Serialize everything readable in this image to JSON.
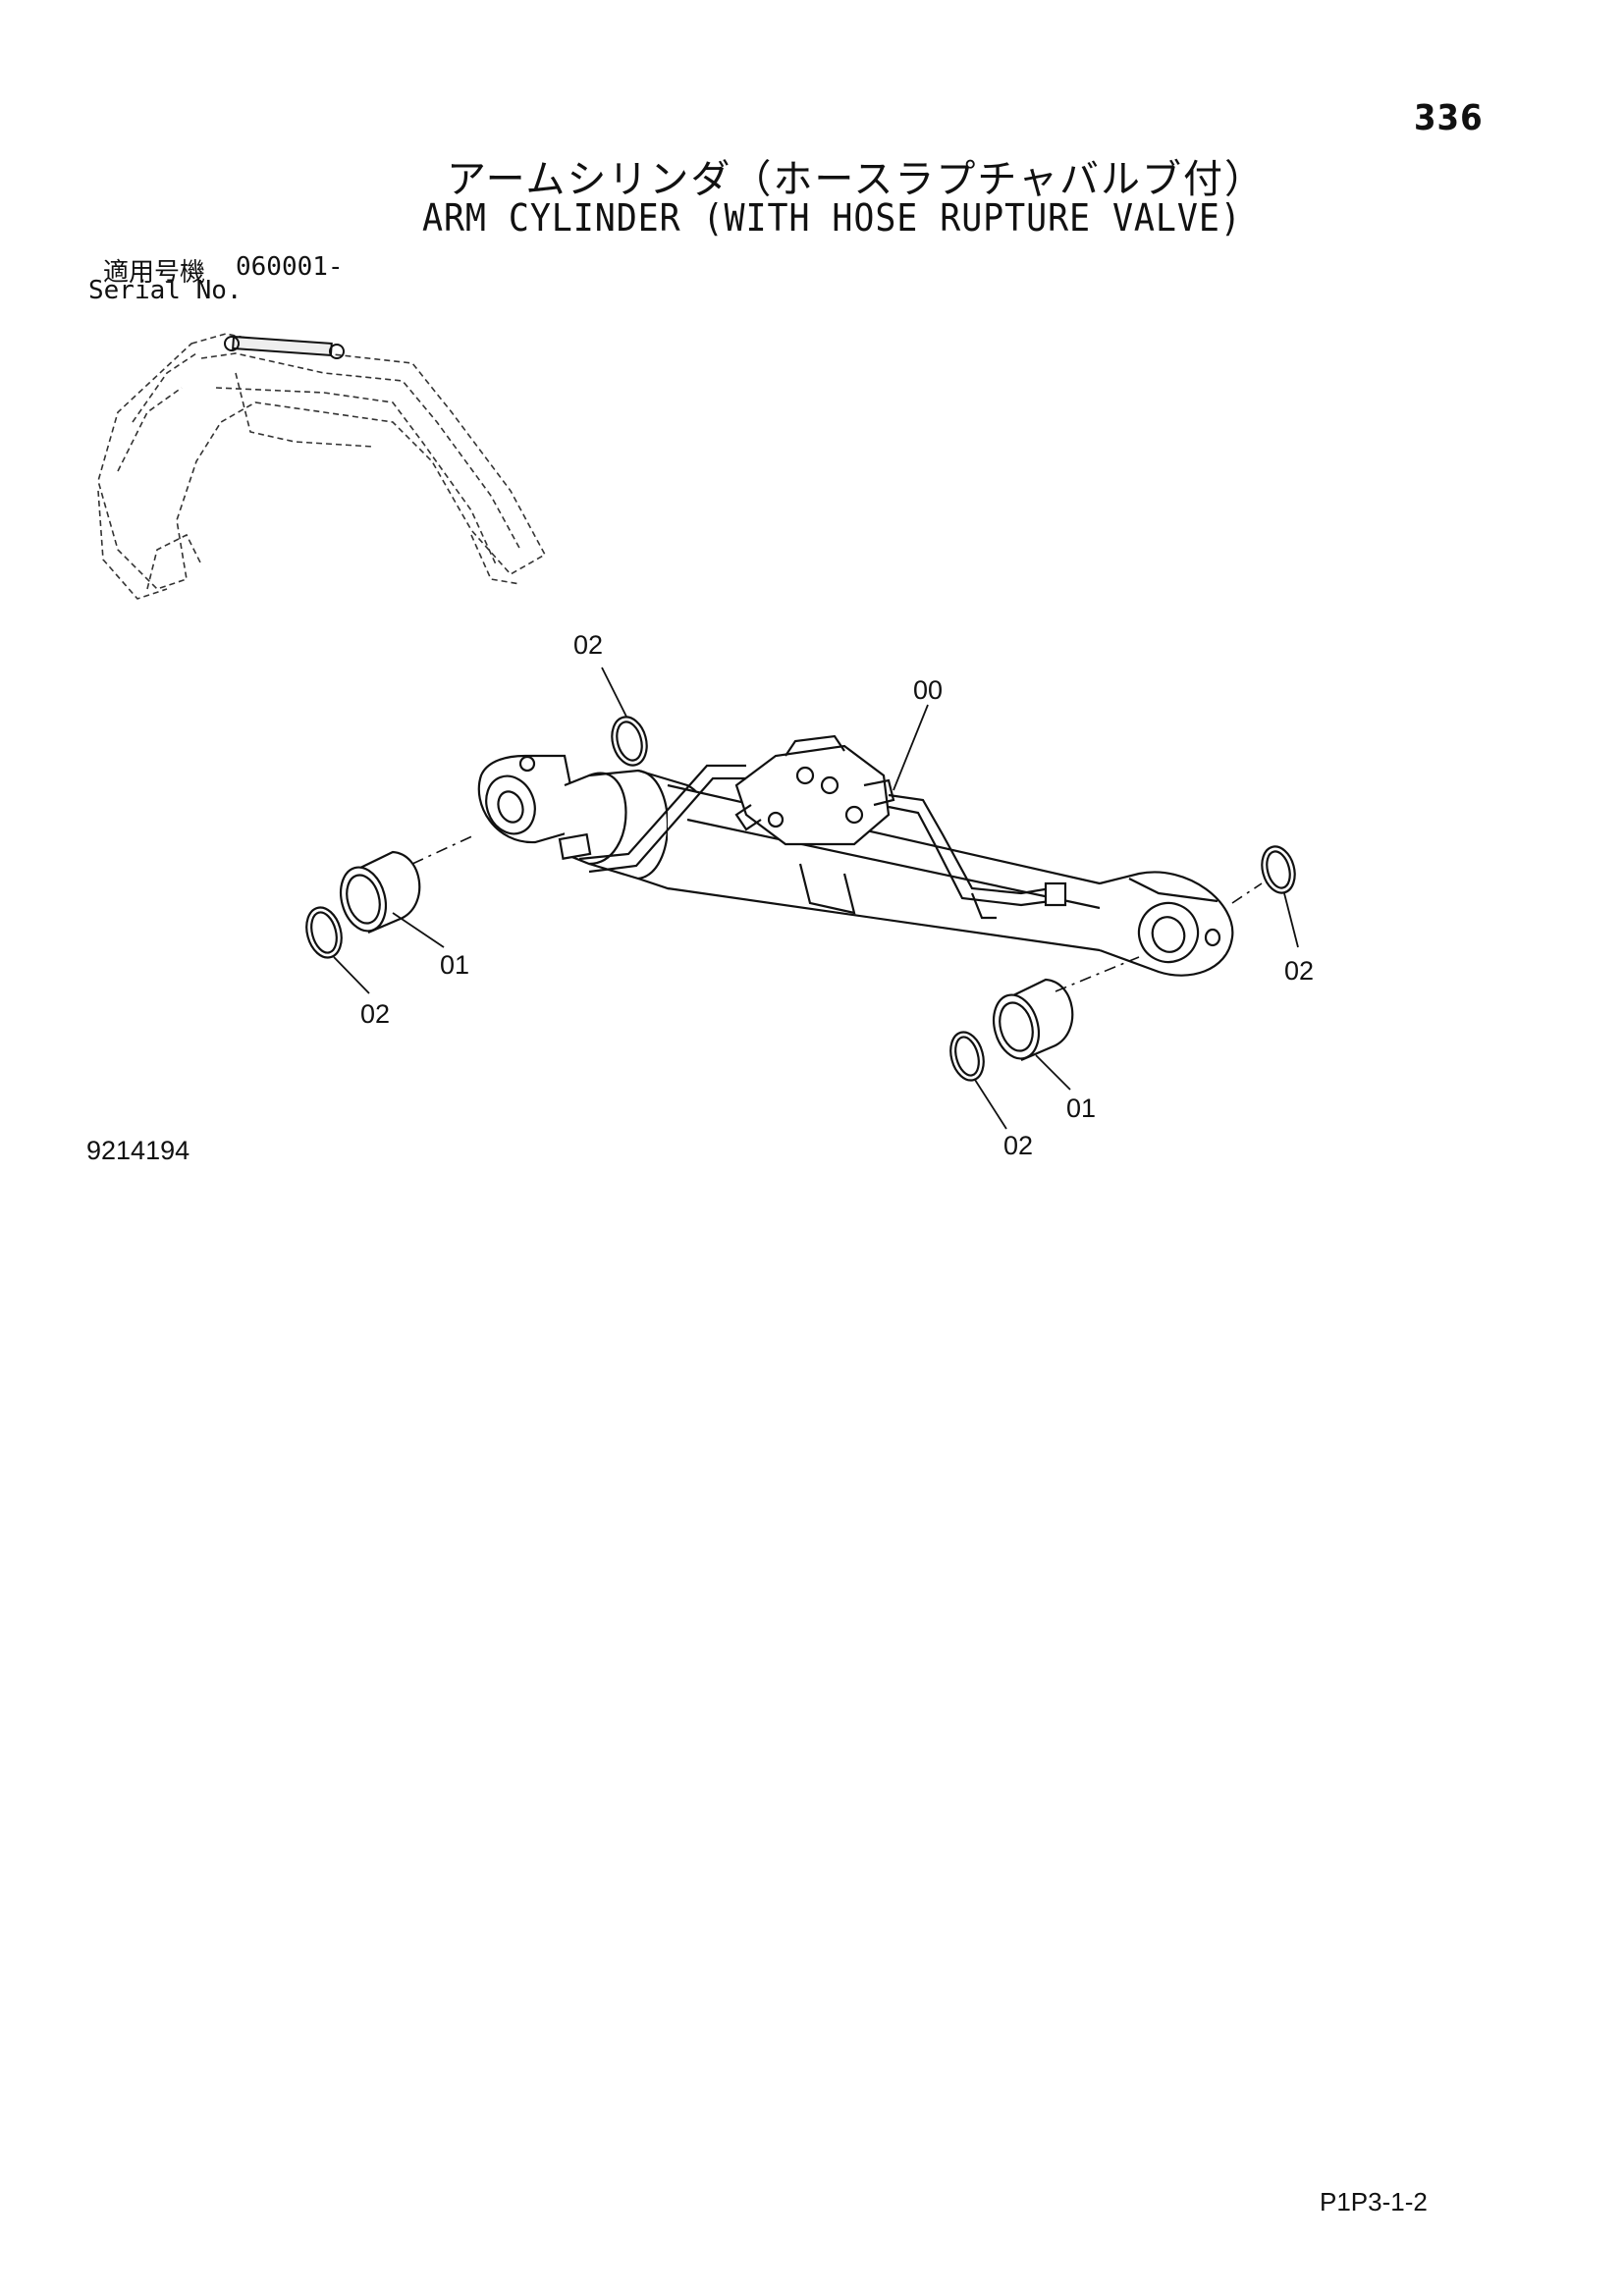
{
  "page": {
    "number": "336",
    "title_jp": "アームシリンダ（ホースラプチャバルブ付）",
    "title_en": "ARM CYLINDER (WITH HOSE RUPTURE VALVE)",
    "serial_label_jp": "適用号機",
    "serial_label_en": "Serial No.",
    "serial_value": "060001-",
    "drawing_id": "9214194",
    "footer_code": "P1P3-1-2"
  },
  "callouts": [
    {
      "id": "c-02-top",
      "text": "02"
    },
    {
      "id": "c-00",
      "text": "00"
    },
    {
      "id": "c-01-left",
      "text": "01"
    },
    {
      "id": "c-02-left",
      "text": "02"
    },
    {
      "id": "c-02-right",
      "text": "02"
    },
    {
      "id": "c-01-right",
      "text": "01"
    },
    {
      "id": "c-02-bottom",
      "text": "02"
    }
  ]
}
